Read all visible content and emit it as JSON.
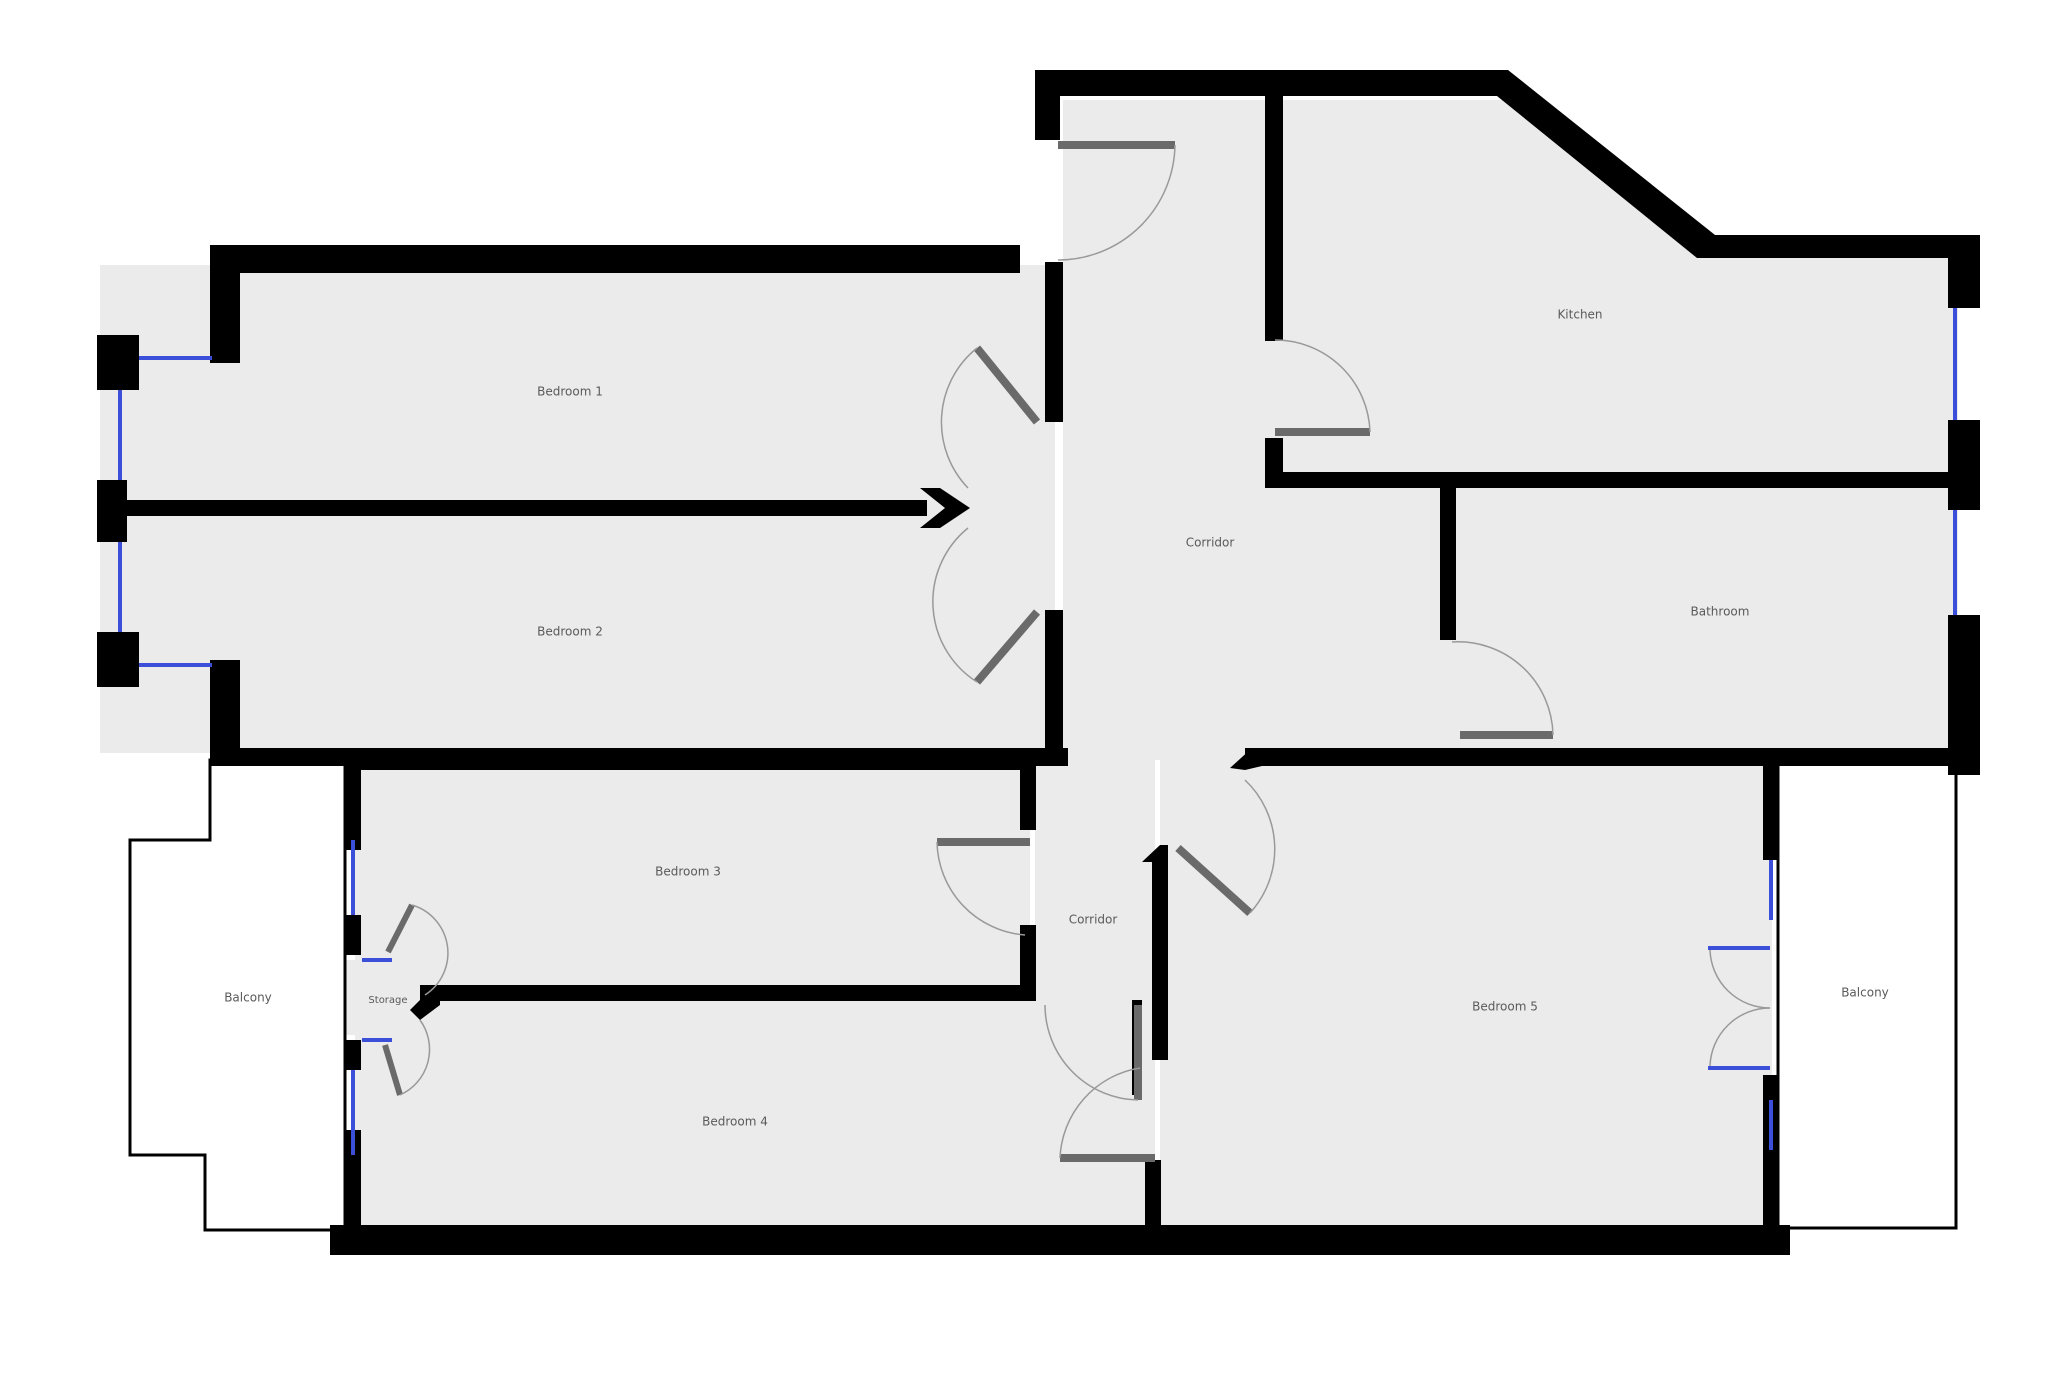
{
  "plan": {
    "rooms": [
      {
        "key": "bedroom1",
        "label": "Bedroom 1"
      },
      {
        "key": "bedroom2",
        "label": "Bedroom 2"
      },
      {
        "key": "bedroom3",
        "label": "Bedroom 3"
      },
      {
        "key": "bedroom4",
        "label": "Bedroom 4"
      },
      {
        "key": "bedroom5",
        "label": "Bedroom 5"
      },
      {
        "key": "kitchen",
        "label": "Kitchen"
      },
      {
        "key": "bathroom",
        "label": "Bathroom"
      },
      {
        "key": "corridor_main",
        "label": "Corridor"
      },
      {
        "key": "corridor_lower",
        "label": "Corridor"
      },
      {
        "key": "storage",
        "label": "Storage"
      },
      {
        "key": "balcony_left",
        "label": "Balcony"
      },
      {
        "key": "balcony_right",
        "label": "Balcony"
      }
    ],
    "colors": {
      "floor": "#ebebeb",
      "wall": "#000000",
      "window": "#3b4fd8",
      "door": "#6a6a6a",
      "outline": "#000000",
      "background": "#ffffff"
    }
  }
}
